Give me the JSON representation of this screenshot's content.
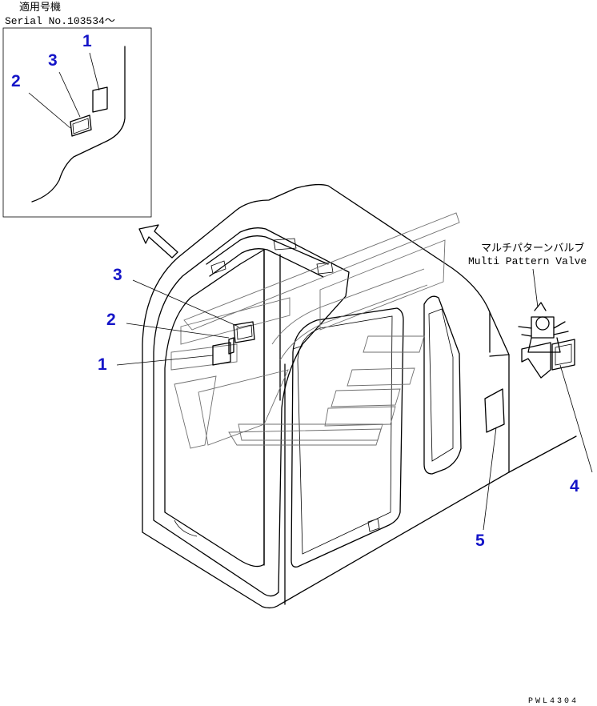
{
  "inset": {
    "applicable_jp": "適用号機",
    "serial": "Serial No.103534～"
  },
  "valve": {
    "label_jp": "マルチパターンバルブ",
    "label_en": "Multi Pattern Valve"
  },
  "callouts": {
    "inset": [
      "1",
      "2",
      "3"
    ],
    "main": [
      "1",
      "2",
      "3",
      "4",
      "5"
    ]
  },
  "drawing_code": "PWL4304"
}
